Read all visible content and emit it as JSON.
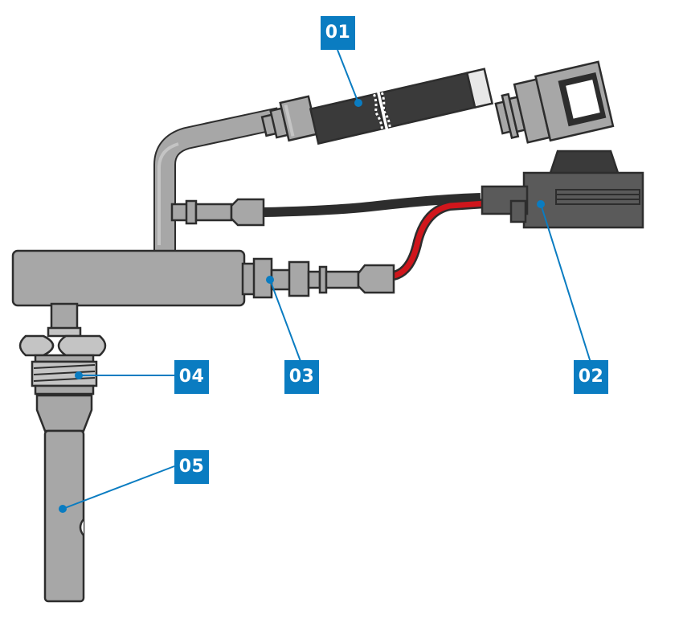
{
  "colors": {
    "callout_fill": "#0a7cc1",
    "callout_text": "#ffffff",
    "part_fill": "#a7a7a7",
    "part_light": "#c4c4c4",
    "part_dark": "#3a3a3a",
    "outline": "#2d2d2d",
    "wire_black": "#2b2b2b",
    "wire_red": "#d0161c",
    "leader_line": "#0a7cc1"
  },
  "callouts": [
    {
      "id": "callout-01",
      "label": "01"
    },
    {
      "id": "callout-02",
      "label": "02"
    },
    {
      "id": "callout-03",
      "label": "03"
    },
    {
      "id": "callout-04",
      "label": "04"
    },
    {
      "id": "callout-05",
      "label": "05"
    }
  ]
}
